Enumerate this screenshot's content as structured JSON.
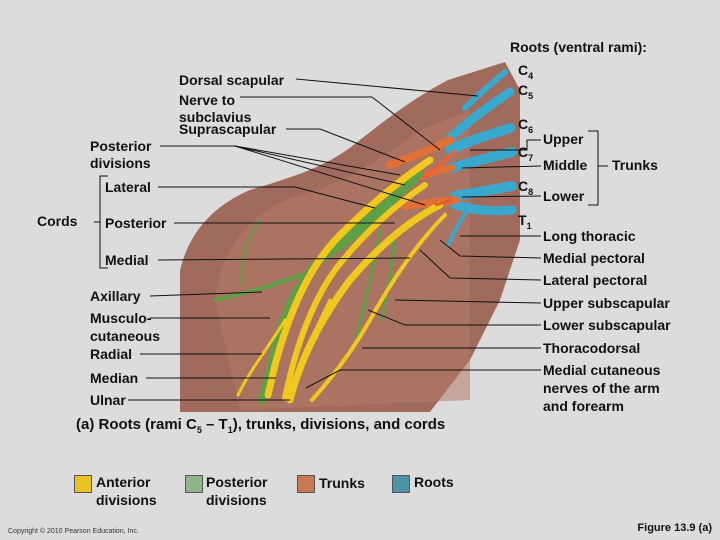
{
  "header": {
    "roots_title": "Roots (ventral rami):"
  },
  "roots": [
    {
      "letter": "C",
      "num": "4"
    },
    {
      "letter": "C",
      "num": "5"
    },
    {
      "letter": "C",
      "num": "6"
    },
    {
      "letter": "C",
      "num": "7"
    },
    {
      "letter": "C",
      "num": "8"
    },
    {
      "letter": "T",
      "num": "1"
    }
  ],
  "labels_left": {
    "dorsal_scapular": "Dorsal scapular",
    "nerve_to_subclavius_1": "Nerve to",
    "nerve_to_subclavius_2": "subclavius",
    "suprascapular": "Suprascapular",
    "posterior_divisions_1": "Posterior",
    "posterior_divisions_2": "divisions",
    "cords": "Cords",
    "lateral": "Lateral",
    "posterior": "Posterior",
    "medial": "Medial",
    "axillary": "Axillary",
    "musculocutaneous_1": "Musculo-",
    "musculocutaneous_2": "cutaneous",
    "radial": "Radial",
    "median": "Median",
    "ulnar": "Ulnar"
  },
  "labels_right": {
    "upper": "Upper",
    "middle": "Middle",
    "lower": "Lower",
    "trunks": "Trunks",
    "long_thoracic": "Long thoracic",
    "medial_pectoral": "Medial pectoral",
    "lateral_pectoral": "Lateral pectoral",
    "upper_subscapular": "Upper subscapular",
    "lower_subscapular": "Lower subscapular",
    "thoracodorsal": "Thoracodorsal",
    "medial_cutaneous_1": "Medial cutaneous",
    "medial_cutaneous_2": "nerves of the arm",
    "medial_cutaneous_3": "and forearm"
  },
  "caption": {
    "prefix": "(a) Roots (rami C",
    "sub1": "5",
    "mid": " – T",
    "sub2": "1",
    "suffix": "), trunks, divisions, and cords"
  },
  "legend": [
    {
      "label_1": "Anterior",
      "label_2": "divisions",
      "color": "#e8c21e"
    },
    {
      "label_1": "Posterior",
      "label_2": "divisions",
      "color": "#8fb48a"
    },
    {
      "label_1": "Trunks",
      "label_2": "",
      "color": "#c77b54"
    },
    {
      "label_1": "Roots",
      "label_2": "",
      "color": "#4f93a6"
    }
  ],
  "footer": {
    "copyright": "Copyright © 2010 Pearson Education, Inc.",
    "figure": "Figure 13.9 (a)"
  },
  "colors": {
    "skin": "#a8705f",
    "yellow": "#f0cc20",
    "green": "#6aa54a",
    "root_blue": "#3aa6c8",
    "trunk_orange": "#e0703a"
  }
}
